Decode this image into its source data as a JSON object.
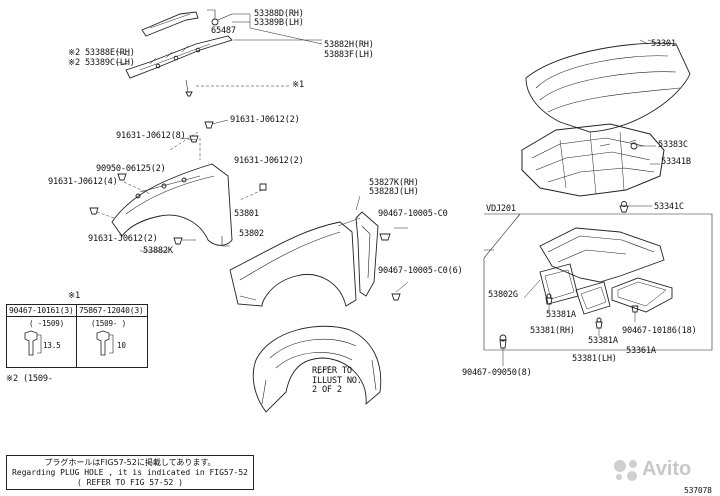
{
  "labels": {
    "p53388D": "53388D(RH)",
    "p53389B": "53389B(LH)",
    "p65487": "65487",
    "p53388E": "※2 53388E(RH)",
    "p53389C": "※2 53389C(LH)",
    "p53882H": "53882H(RH)",
    "p53883F": "53883F(LH)",
    "note1a": "※1",
    "p53301": "53301",
    "b91631_8": "91631-J0612(8)",
    "b91631_2a": "91631-J0612(2)",
    "b90950": "90950-06125(2)",
    "b91631_2b": "91631-J0612(2)",
    "b91631_4": "91631-J0612(4)",
    "p53383C": "53383C",
    "p53341B": "53341B",
    "p53827K": "53827K(RH)",
    "p53828J": "53828J(LH)",
    "p53801": "53801",
    "b90467_10005a": "90467-10005-C0",
    "p53341C": "53341C",
    "vdj201": "VDJ201",
    "b91631_2c": "91631-J0612(2)",
    "p53802": "53802",
    "p53882K": "53882K",
    "b90467_10005b": "90467-10005-C0(6)",
    "note1b": "※1",
    "p53802G": "53802G",
    "p53381A_a": "53381A",
    "p53381RH": "53381(RH)",
    "b90467_10186": "90467-10186(18)",
    "p53381A_b": "53381A",
    "p53361A": "53361A",
    "p53381LH": "53381(LH)",
    "b90467_09050": "90467-09050(8)",
    "note2": "※2 (1509-",
    "refer": "REFER TO\nILLUST NO.\n2 OF 2",
    "code": "537078"
  },
  "clip_table": {
    "left_header": "90467-10161(3)",
    "right_header": "75867-12040(3)",
    "left_range": "(   -1509)",
    "right_range": "(1509-   )",
    "left_dim": "13.5",
    "right_dim": "10"
  },
  "footer_note": {
    "line1": "プラグホールはFIG57-52に掲載してあります。",
    "line2": "Regarding PLUG HOLE , it is indicated in FIG57-52",
    "line3": "(     REFER TO FIG 57-52     )"
  },
  "watermark": "Avito"
}
